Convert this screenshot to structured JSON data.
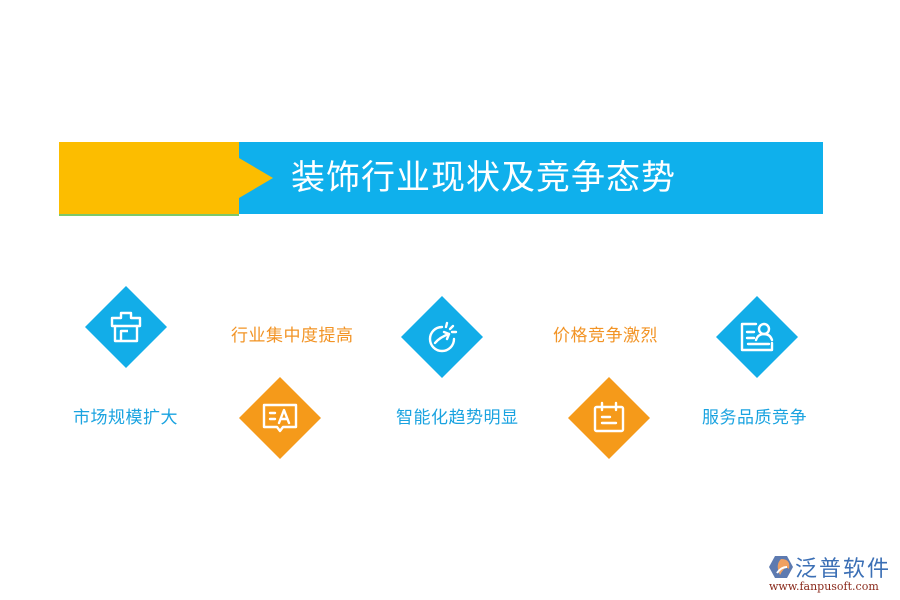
{
  "banner": {
    "title": "装饰行业现状及竞争态势",
    "colors": {
      "main": "#0fb0ec",
      "accent": "#fcbd00"
    }
  },
  "items": [
    {
      "label": "市场规模扩大",
      "icon": "shop-icon",
      "color": "blue",
      "position": "bottom-label"
    },
    {
      "label": "行业集中度提高",
      "icon": "chat-a-icon",
      "color": "orange",
      "position": "top-label"
    },
    {
      "label": "智能化趋势明显",
      "icon": "growth-arrow-icon",
      "color": "blue",
      "position": "bottom-label"
    },
    {
      "label": "价格竞争激烈",
      "icon": "calendar-icon",
      "color": "orange",
      "position": "top-label"
    },
    {
      "label": "服务品质竞争",
      "icon": "id-card-icon",
      "color": "blue",
      "position": "bottom-label"
    }
  ],
  "colors": {
    "blue": "#12ade8",
    "orange": "#f59a1a"
  },
  "logo": {
    "name": "泛普软件",
    "url": "www.fanpusoft.com"
  }
}
